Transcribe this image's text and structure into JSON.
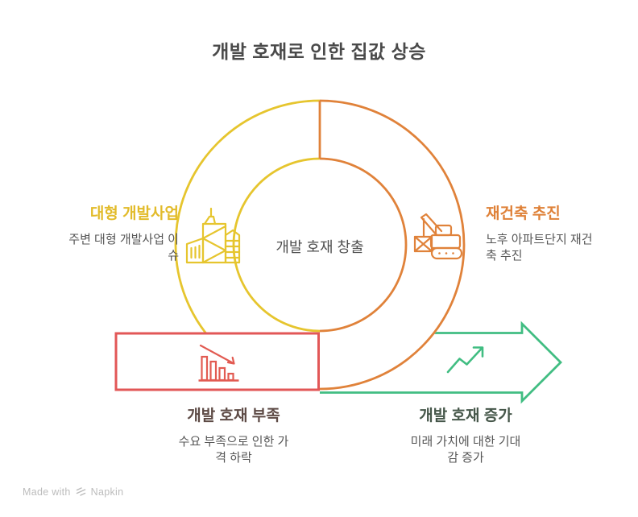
{
  "title": "개발 호재로 인한 집값 상승",
  "center_label": "개발 호재 창출",
  "nodes": {
    "left": {
      "heading": "대형 개발사업",
      "desc": "주변 대형 개발사업 이\n슈",
      "icon": "city-buildings-icon",
      "heading_color": "#e2bb2a",
      "shape_color": "#e6c52e"
    },
    "right": {
      "heading": "재건축 추진",
      "desc": "노후 아파트단지 재건\n축 추진",
      "icon": "excavator-crane-icon",
      "heading_color": "#df8138",
      "shape_color": "#e0823a"
    },
    "bottom_left": {
      "heading": "개발 호재 부족",
      "desc": "수요 부족으로 인한 가\n격 하락",
      "icon": "declining-bar-chart-icon",
      "heading_color": "#5d4a45",
      "shape_color": "#e25757"
    },
    "bottom_right": {
      "heading": "개발 호재 증가",
      "desc": "미래 가치에 대한 기대\n감 증가",
      "icon": "trending-up-arrow-icon",
      "heading_color": "#46574a",
      "shape_color": "#41bd82"
    }
  },
  "footer": {
    "made_with": "Made with",
    "brand": "Napkin",
    "logo_icon": "napkin-logo-icon"
  },
  "colors": {
    "title_text": "#4a4a4a",
    "center_text": "#4f4f4f",
    "description_text": "#565656",
    "yellow": "#e6c52e",
    "orange": "#e0823a",
    "red": "#e25757",
    "green": "#41bd82",
    "footer_text": "#bcbcbc",
    "background": "#ffffff"
  }
}
